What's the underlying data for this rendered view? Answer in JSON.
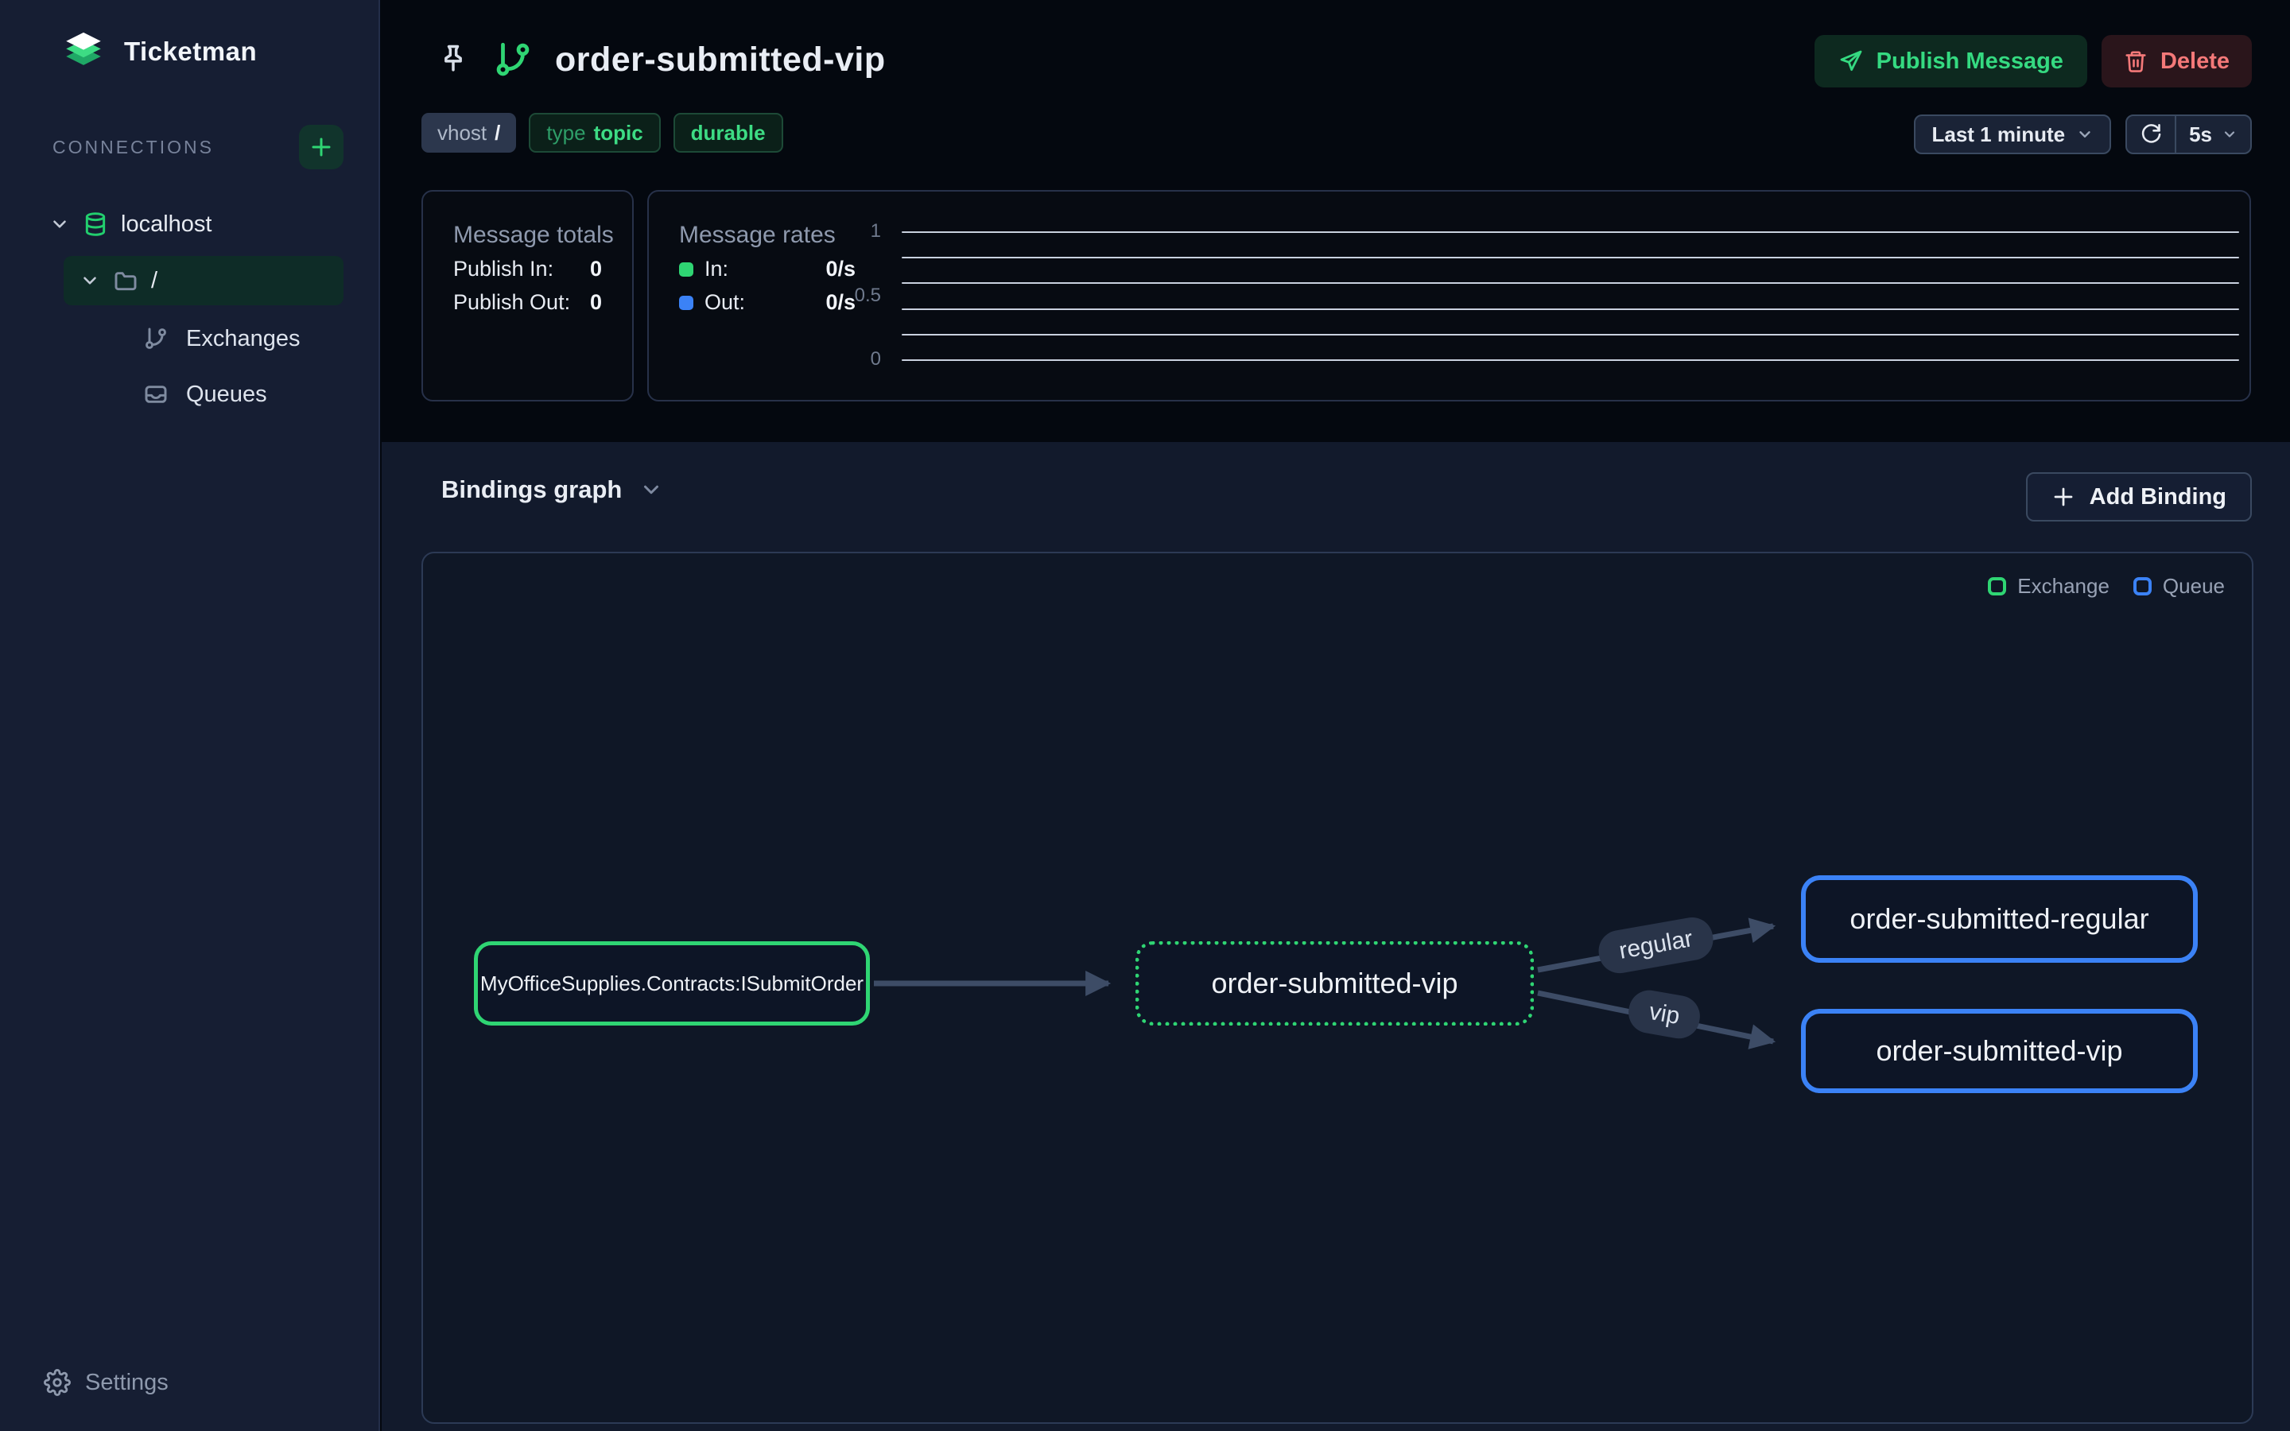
{
  "sidebar": {
    "brand": "Ticketman",
    "connections_label": "CONNECTIONS",
    "add_connection": "+",
    "tree": {
      "host": "localhost",
      "vhost": "/",
      "exchanges_label": "Exchanges",
      "queues_label": "Queues"
    },
    "settings_label": "Settings"
  },
  "header": {
    "title": "order-submitted-vip",
    "badges": {
      "vhost_label": "vhost",
      "vhost_value": "/",
      "type_label": "type",
      "type_value": "topic",
      "durable_label": "durable"
    },
    "publish_button": "Publish Message",
    "delete_button": "Delete",
    "time_range": "Last 1 minute",
    "refresh_interval": "5s"
  },
  "stats": {
    "totals": {
      "title": "Message totals",
      "rows": [
        {
          "label": "Publish In:",
          "value": "0"
        },
        {
          "label": "Publish Out:",
          "value": "0"
        }
      ]
    },
    "rates": {
      "title": "Message rates",
      "rows": [
        {
          "label": "In:",
          "value": "0/s",
          "color": "#2fd573"
        },
        {
          "label": "Out:",
          "value": "0/s",
          "color": "#3b82f6"
        }
      ]
    }
  },
  "chart_data": {
    "type": "line",
    "title": "Message rates",
    "series": [
      {
        "name": "In",
        "color": "#2fd573",
        "values": [
          0,
          0,
          0,
          0,
          0,
          0,
          0,
          0,
          0,
          0,
          0,
          0
        ]
      },
      {
        "name": "Out",
        "color": "#3b82f6",
        "values": [
          0,
          0,
          0,
          0,
          0,
          0,
          0,
          0,
          0,
          0,
          0,
          0
        ]
      }
    ],
    "xlabel": "",
    "ylabel": "",
    "ylim": [
      0,
      1
    ],
    "yticks": [
      1,
      0.5,
      0
    ],
    "gridlines": [
      1,
      0.8,
      0.6,
      0.4,
      0.2,
      0
    ],
    "legend_position": "left"
  },
  "bindings": {
    "section_title": "Bindings graph",
    "add_binding_button": "Add Binding",
    "legend": [
      {
        "label": "Exchange",
        "color": "#2fd573"
      },
      {
        "label": "Queue",
        "color": "#3b82f6"
      }
    ],
    "nodes": [
      {
        "label": "MyOfficeSupplies.Contracts:ISubmitOrder",
        "kind": "exchange"
      },
      {
        "label": "order-submitted-vip",
        "kind": "exchange"
      },
      {
        "label": "order-submitted-regular",
        "kind": "queue"
      },
      {
        "label": "order-submitted-vip",
        "kind": "queue"
      }
    ],
    "edges": [
      {
        "label": "regular"
      },
      {
        "label": "vip"
      }
    ]
  },
  "colors": {
    "accent_green": "#2fd573",
    "accent_blue": "#3b82f6",
    "danger_red": "#f47979"
  }
}
